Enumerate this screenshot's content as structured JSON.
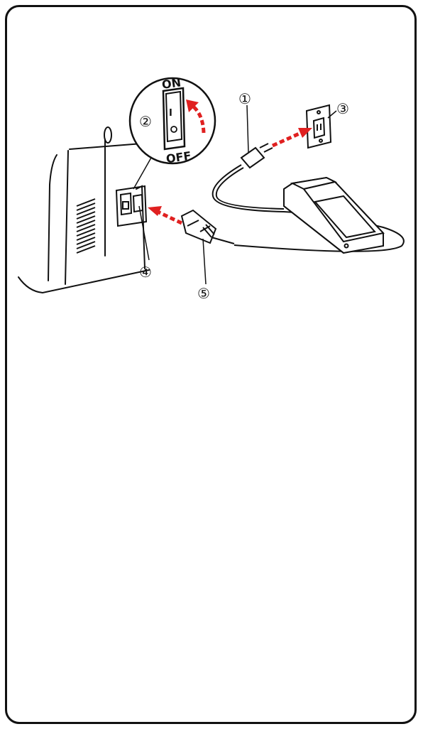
{
  "callouts": {
    "c1": "①",
    "c2": "②",
    "c3": "③",
    "c4": "④",
    "c5": "⑤"
  },
  "switch": {
    "on_label": "ON",
    "off_label": "OFF",
    "on_mark": "I",
    "off_mark": "O"
  },
  "colors": {
    "arrow": "#e02020",
    "line": "#111111"
  }
}
